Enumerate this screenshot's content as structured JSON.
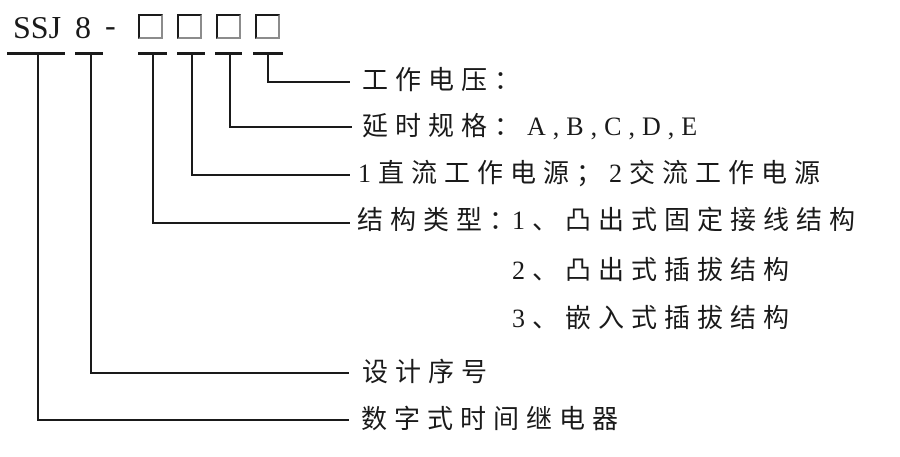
{
  "model_code": {
    "prefix": "SSJ",
    "series": "8",
    "separator": "-",
    "placeholder_boxes": 4
  },
  "legend": {
    "working_voltage": "工作电压：",
    "delay_spec": "延时规格：A,B,C,D,E",
    "power_source": "1直流工作电源；2交流工作电源",
    "structure_type_label": "结构类型：",
    "structure_options": [
      "1、凸出式固定接线结构",
      "2、凸出式插拔结构",
      "3、嵌入式插拔结构"
    ],
    "design_serial": "设计序号",
    "product_name": "数字式时间继电器"
  },
  "colors": {
    "line": "#1a1a1a",
    "background": "#ffffff",
    "box_border_dark": "#1a1a1a",
    "box_border_light": "#8c8c8c"
  }
}
